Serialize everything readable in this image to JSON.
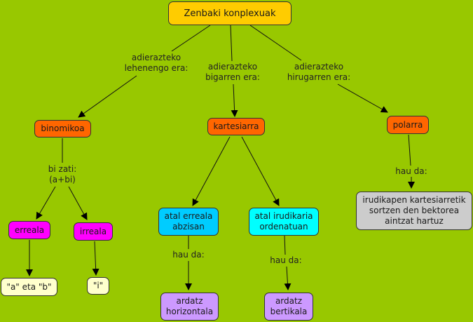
{
  "colors": {
    "background": "#98c800",
    "root": "#ffcc00",
    "orange": "#ff6600",
    "magenta": "#ff00ff",
    "yellow_light": "#ffffcc",
    "blue": "#00ccff",
    "cyan": "#00ffff",
    "lilac": "#cc99ff",
    "gray": "#cccccc"
  },
  "nodes": {
    "root": "Zenbaki konplexuak",
    "binomikoa": "binomikoa",
    "kartesiarra": "kartesiarra",
    "polarra": "polarra",
    "erreala": "erreala",
    "irreala": "irreala",
    "a_eta_b": "\"a\" eta \"b\"",
    "i": "\"i\"",
    "atal_erreala": "atal erreala\nabzisan",
    "atal_irudikaria": "atal irudikaria\nordenatuan",
    "ardatz_horizontala": "ardatz\nhorizontala",
    "ardatz_bertikala": "ardatz\nbertikala",
    "irudikapen": "irudikapen kartesiarretik\nsortzen den bektorea\naintzat hartuz"
  },
  "links": {
    "lehenengo": "adierazteko\nlehenengo era:",
    "bigarren": "adierazteko\nbigarren era:",
    "hirugarren": "adierazteko\nhirugarren era:",
    "bi_zati": "bi zati:\n(a+bi)",
    "hau_da_1": "hau da:",
    "hau_da_2": "hau da:",
    "hau_da_3": "hau da:"
  }
}
